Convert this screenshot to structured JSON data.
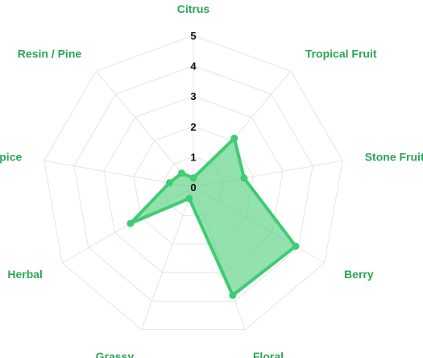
{
  "chart_data": {
    "type": "radar",
    "axes": [
      "Citrus",
      "Tropical Fruit",
      "Stone Fruit",
      "Berry",
      "Floral",
      "Grassy",
      "Herbal",
      "Spice",
      "Resin / Pine"
    ],
    "ticks": [
      "0",
      "1",
      "2",
      "3",
      "4",
      "5"
    ],
    "range": [
      0,
      5
    ],
    "grid": true,
    "series": [
      {
        "values": [
          0.3,
          2.1,
          1.7,
          3.9,
          3.8,
          0.4,
          2.4,
          0.8,
          0.6
        ]
      }
    ]
  },
  "colors": {
    "label": "#2aa655",
    "line": "#3fcc72",
    "fill": "rgba(82, 206, 128, 0.62)",
    "grid": "#e5e5e5",
    "tick": "#111111"
  }
}
